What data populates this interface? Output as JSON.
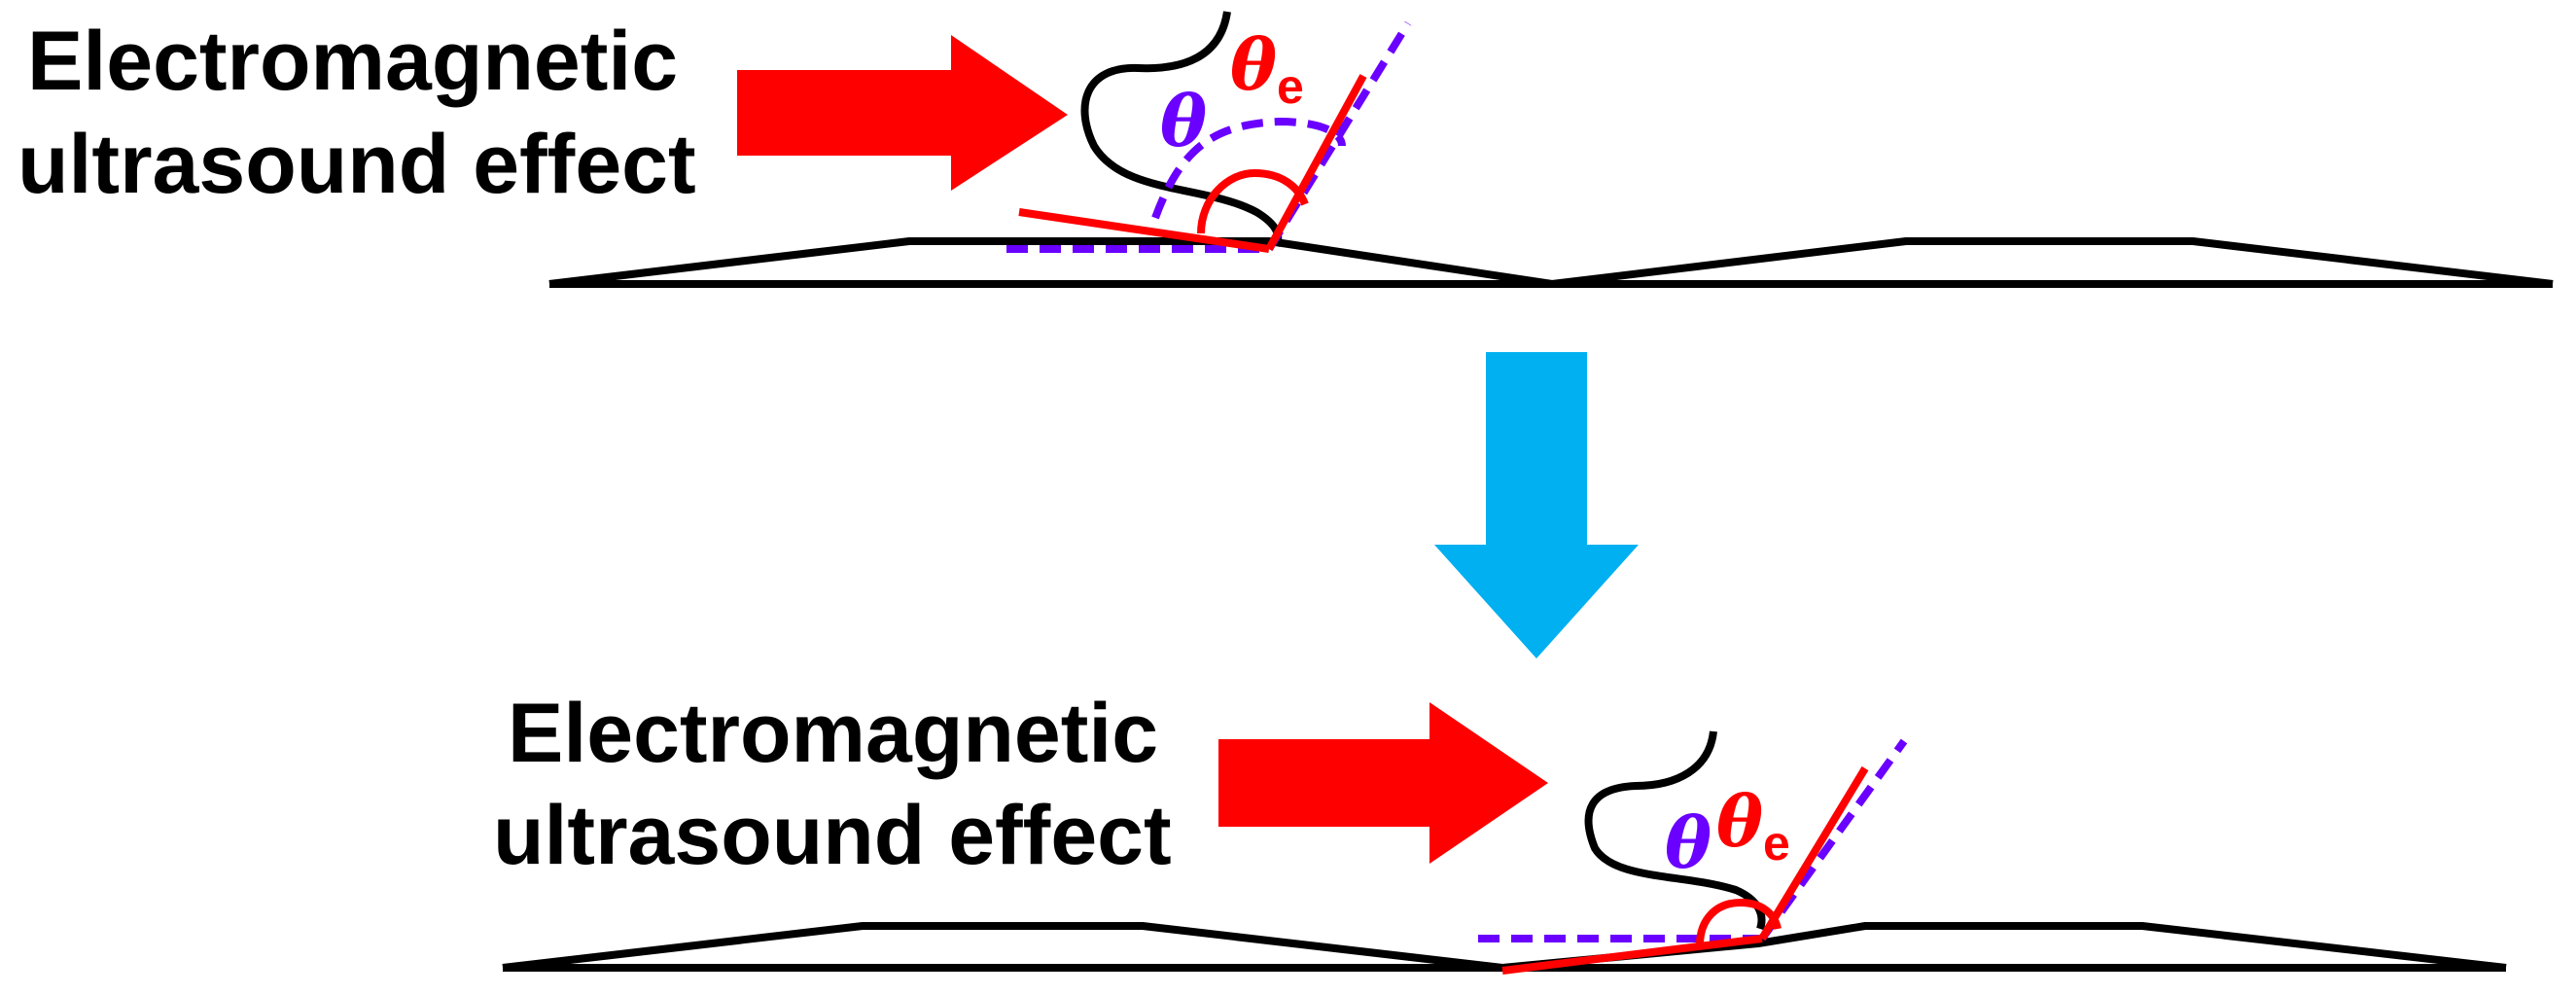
{
  "panels": [
    {
      "label_line1": "Electromagnetic",
      "label_line2": "ultrasound effect",
      "theta_symbol": "θ",
      "theta_e_symbol": "θ",
      "theta_e_subscript": "e"
    },
    {
      "label_line1": "Electromagnetic",
      "label_line2": "ultrasound effect",
      "theta_symbol": "θ",
      "theta_e_symbol": "θ",
      "theta_e_subscript": "e"
    }
  ],
  "colors": {
    "arrow_right": "#ff0000",
    "arrow_down": "#00b0f0",
    "theta_line": "#6a00ff",
    "theta_e_line": "#ff0000",
    "surface": "#000000"
  }
}
